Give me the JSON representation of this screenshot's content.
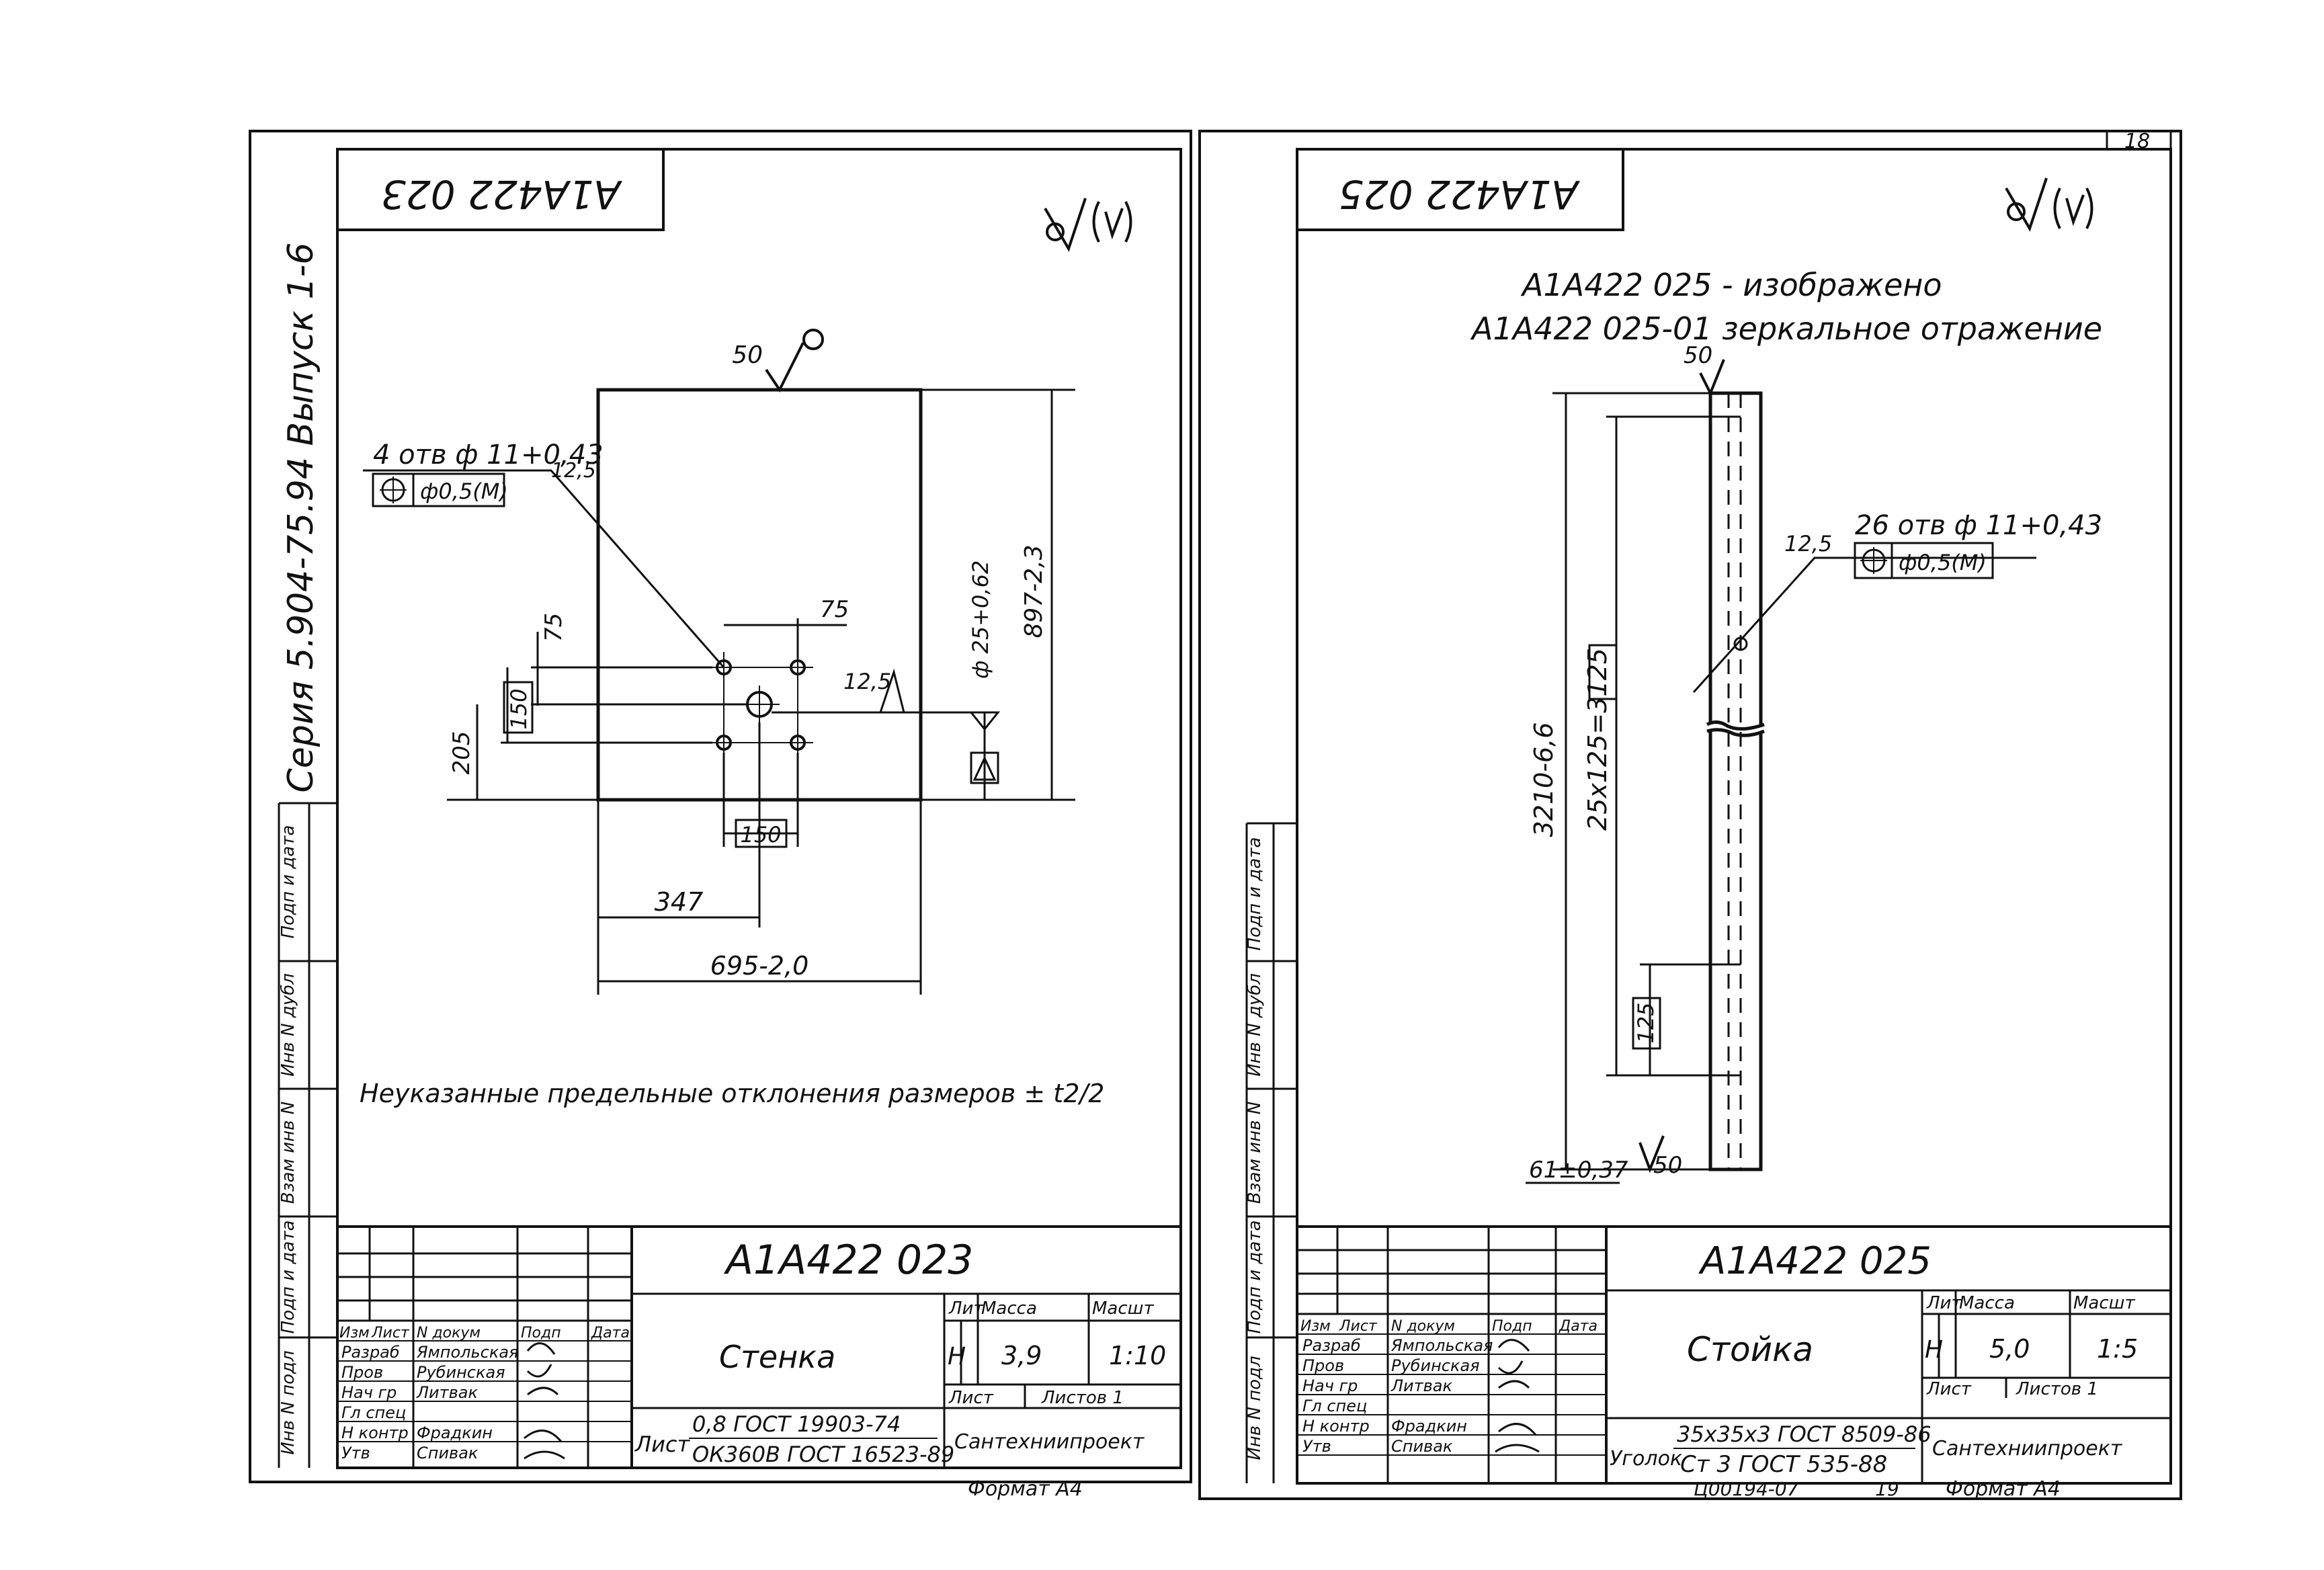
{
  "sheet_number": "18",
  "left": {
    "code_mirrored": "A1A422 023",
    "roughness": "50",
    "hole_spec": "4 отв ф 11+0,43",
    "position_tol": "ф0,5(M)",
    "roughness_125": "12,5",
    "dim_75a": "75",
    "dim_75b": "75",
    "dim_150v": "150",
    "dim_205": "205",
    "dim_150h": "150",
    "dim_347": "347",
    "dim_695": "695-2,0",
    "dim_897": "897-2,3",
    "hole_25": "ф 25+0,62",
    "note": "Неуказанные предельные отклонения размеров ± t2/2",
    "tb": {
      "code": "A1A422 023",
      "name": "Стенка",
      "lit_h": "Лит",
      "mass_h": "Масса",
      "scale_h": "Масшт",
      "lit": "Н",
      "mass": "3,9",
      "scale": "1:10",
      "sheet_h": "Лист",
      "sheets_h": "Листов 1",
      "material_label": "Лист",
      "material1": "0,8 ГОСТ 19903-74",
      "material2": "ОК360В ГОСТ 16523-89",
      "org": "Сантехниипроект",
      "roles": [
        "Изм",
        "Лист",
        "N докум",
        "Подп",
        "Дата"
      ],
      "people": [
        {
          "role": "Разраб",
          "name": "Ямпольская"
        },
        {
          "role": "Пров",
          "name": "Рубинская"
        },
        {
          "role": "Нач гр",
          "name": "Литвак"
        },
        {
          "role": "Гл спец",
          "name": ""
        },
        {
          "role": "Н контр",
          "name": "Фрадкин"
        },
        {
          "role": "Утв",
          "name": "Спивак"
        }
      ]
    },
    "format": "Формат А4",
    "side_series": "Серия 5.904-75.94  Выпуск 1-6",
    "side_cols": [
      "Инв N подл",
      "Подп и дата",
      "Взам инв N",
      "Инв N дубл",
      "Подп и дата"
    ]
  },
  "right": {
    "code_mirrored": "A1A422 025",
    "line1": "A1A422 025 - изображено",
    "line2": "A1A422 025-01 зеркальное отражение",
    "roughness_top": "50",
    "roughness_bottom": "50",
    "roughness_125": "12,5",
    "hole_spec": "26 отв ф 11+0,43",
    "position_tol": "ф0,5(M)",
    "dim_3210": "3210-6,6",
    "dim_25x125": "25x125=3125",
    "dim_125": "125",
    "dim_61": "61±0,37",
    "tb": {
      "code": "A1A422 025",
      "name": "Стойка",
      "lit_h": "Лит",
      "mass_h": "Масса",
      "scale_h": "Масшт",
      "lit": "Н",
      "mass": "5,0",
      "scale": "1:5",
      "sheet_h": "Лист",
      "sheets_h": "Листов 1",
      "material_label": "Уголок",
      "material1": "35x35x3 ГОСТ 8509-86",
      "material2": "Ст 3 ГОСТ 535-88",
      "org": "Сантехниипроект",
      "roles": [
        "Изм",
        "Лист",
        "N докум",
        "Подп",
        "Дата"
      ],
      "people": [
        {
          "role": "Разраб",
          "name": "Ямпольская"
        },
        {
          "role": "Пров",
          "name": "Рубинская"
        },
        {
          "role": "Нач гр",
          "name": "Литвак"
        },
        {
          "role": "Гл спец",
          "name": ""
        },
        {
          "role": "Н контр",
          "name": "Фрадкин"
        },
        {
          "role": "Утв",
          "name": "Спивак"
        }
      ]
    },
    "footer_code": "Ц00194-07",
    "footer_sheet": "19",
    "format": "Формат А4",
    "side_cols": [
      "Инв N подл",
      "Подп и дата",
      "Взам инв N",
      "Инв N дубл",
      "Подп и дата"
    ]
  }
}
